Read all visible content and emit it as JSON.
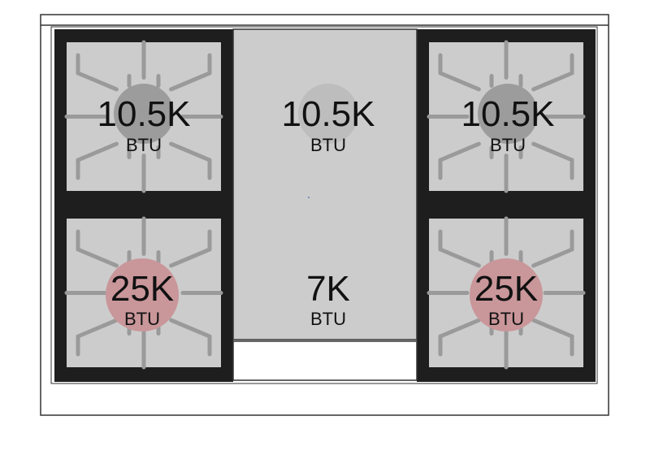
{
  "cooktop": {
    "colors": {
      "frame": "#1e1e1e",
      "panel": "#cccccc",
      "grate_bar": "#9a9a9a",
      "standard_burner": "#9c9c9c",
      "power_burner": "#c9969a",
      "griddle_burner": "#bdbdbd",
      "outline": "#333333"
    },
    "burners": [
      {
        "id": "left-rear",
        "value": "10.5K",
        "unit": "BTU",
        "kind": "standard"
      },
      {
        "id": "center-rear",
        "value": "10.5K",
        "unit": "BTU",
        "kind": "griddle"
      },
      {
        "id": "right-rear",
        "value": "10.5K",
        "unit": "BTU",
        "kind": "standard"
      },
      {
        "id": "left-front",
        "value": "25K",
        "unit": "BTU",
        "kind": "power"
      },
      {
        "id": "center-front",
        "value": "7K",
        "unit": "BTU",
        "kind": "none"
      },
      {
        "id": "right-front",
        "value": "25K",
        "unit": "BTU",
        "kind": "power"
      }
    ]
  }
}
